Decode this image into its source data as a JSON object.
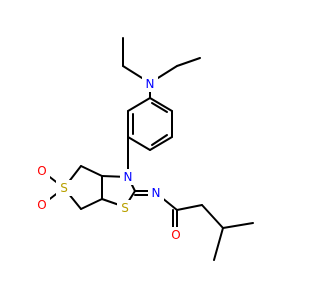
{
  "diagram": {
    "kind": "skeletal-structure",
    "background": "#ffffff",
    "colors": {
      "bond": "#000000",
      "N": "#0000ff",
      "O": "#ff0000",
      "S": "#b8a000"
    },
    "atoms": [
      {
        "id": "n_amine",
        "label": "N",
        "element": "N"
      },
      {
        "id": "n_ring",
        "label": "N",
        "element": "N"
      },
      {
        "id": "n_imine",
        "label": "N",
        "element": "N"
      },
      {
        "id": "s_sulfone",
        "label": "S",
        "element": "S"
      },
      {
        "id": "s_thiazole",
        "label": "S",
        "element": "S"
      },
      {
        "id": "o_sulfone_top",
        "label": "O",
        "element": "O"
      },
      {
        "id": "o_sulfone_bottom",
        "label": "O",
        "element": "O"
      },
      {
        "id": "o_amide",
        "label": "O",
        "element": "O"
      }
    ]
  }
}
